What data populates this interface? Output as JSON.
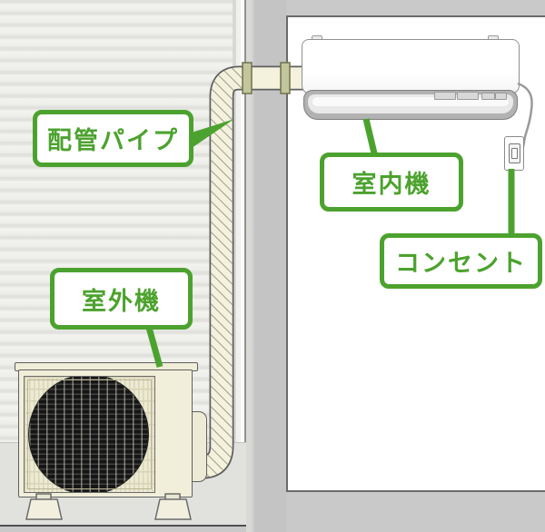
{
  "labels": {
    "pipe": {
      "text": "配管パイプ"
    },
    "indoor_unit": {
      "text": "室内機"
    },
    "outlet": {
      "text": "コンセント"
    },
    "outdoor_unit": {
      "text": "室外機"
    }
  },
  "colors": {
    "label_green": "#4ca22e",
    "pipe_cream": "#f4f1dd",
    "unit_cream": "#f1eeda",
    "fan_black": "#161616",
    "wall_gray": "#c4c4c4",
    "siding_light": "#f2f2ef",
    "ground_gray": "#e1e1de",
    "room_white": "#ffffff"
  }
}
